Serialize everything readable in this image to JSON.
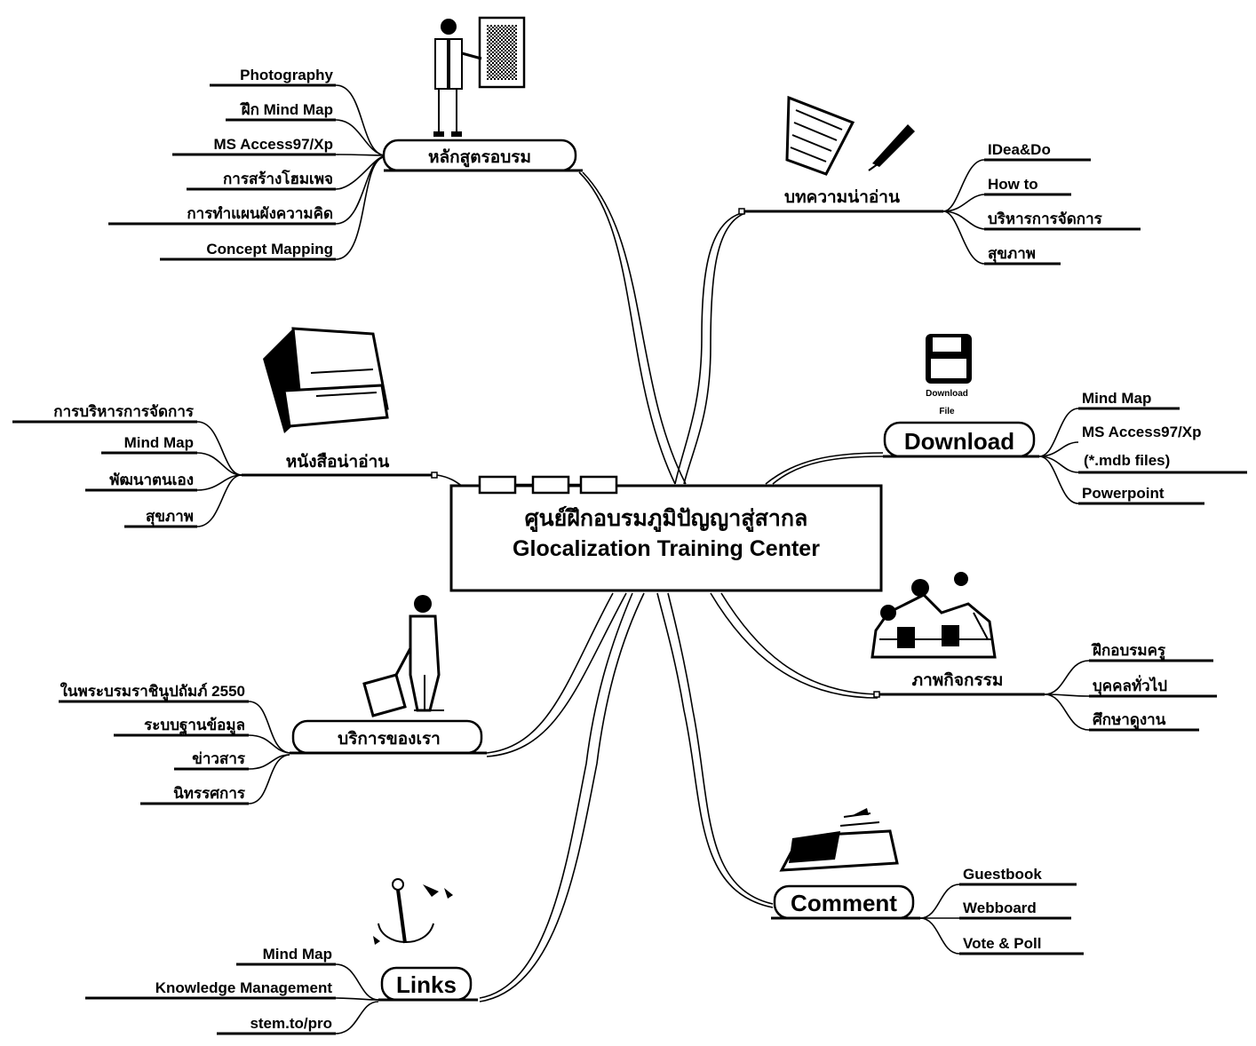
{
  "center": {
    "line1": "ศูนย์ฝึกอบรมภูมิปัญญาสู่สากล",
    "line2": "Glocalization Training Center"
  },
  "branches": [
    {
      "id": "courses",
      "label": "หลักสูตรอบรม",
      "icon": "presenter-icon",
      "children": [
        "Photography",
        "ฝึก Mind Map",
        "MS Access97/Xp",
        "การสร้างโฮมเพจ",
        "การทำแผนผังความคิด",
        "Concept Mapping"
      ]
    },
    {
      "id": "articles",
      "label": "บทความน่าอ่าน",
      "icon": "quill-paper-icon",
      "children": [
        "IDea&Do",
        "How to",
        "บริหารการจัดการ",
        "สุขภาพ"
      ]
    },
    {
      "id": "books",
      "label": "หนังสือน่าอ่าน",
      "icon": "books-icon",
      "children": [
        "การบริหารการจัดการ",
        "Mind Map",
        "พัฒนาตนเอง",
        "สุขภาพ"
      ]
    },
    {
      "id": "download",
      "label": "Download",
      "icon": "download-disk-icon",
      "icon_caption": [
        "Download",
        "File"
      ],
      "children": [
        "Mind Map",
        "MS Access97/Xp",
        "(*.mdb files)",
        "Powerpoint"
      ]
    },
    {
      "id": "gallery",
      "label": "ภาพกิจกรรม",
      "icon": "people-group-icon",
      "children": [
        "ฝึกอบรมครู",
        "บุคคลทั่วไป",
        "ศึกษาดูงาน"
      ]
    },
    {
      "id": "services",
      "label": "บริการของเรา",
      "icon": "traveler-icon",
      "children": [
        "ในพระบรมราชินูปถัมภ์ 2550",
        "ระบบฐานข้อมูล",
        "ข่าวสาร",
        "นิทรรศการ"
      ]
    },
    {
      "id": "comment",
      "label": "Comment",
      "icon": "typewriter-icon",
      "children": [
        "Guestbook",
        "Webboard",
        "Vote & Poll"
      ]
    },
    {
      "id": "links",
      "label": "Links",
      "icon": "anchor-icon",
      "children": [
        "Mind Map",
        "Knowledge Management",
        "stem.to/pro"
      ]
    }
  ]
}
